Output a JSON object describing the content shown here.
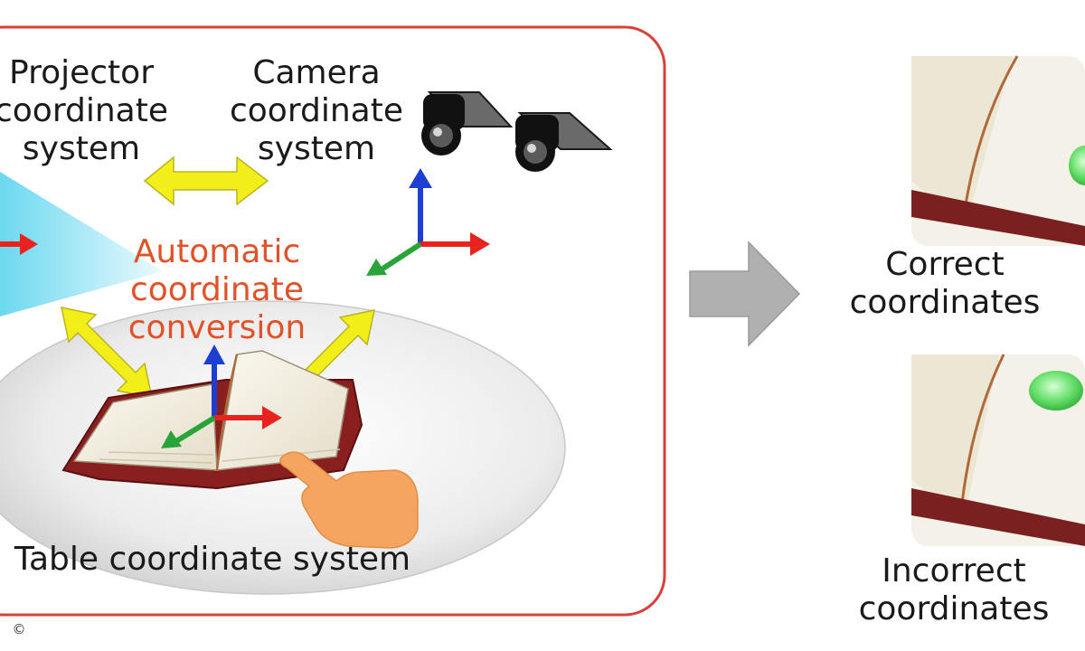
{
  "diagram": {
    "projector_label": [
      "Projector",
      "coordinate",
      "system"
    ],
    "camera_label": [
      "Camera",
      "coordinate",
      "system"
    ],
    "conversion_label": [
      "Automatic",
      "coordinate",
      "conversion"
    ],
    "table_label": "Table coordinate system",
    "correct_label": [
      "Correct",
      "coordinates"
    ],
    "incorrect_label": [
      "Incorrect",
      "coordinates"
    ],
    "copyright_symbol": "©"
  },
  "colors": {
    "frame_border": "#d9403a",
    "conversion_text": "#e0532a",
    "axis_x": "#e8231f",
    "axis_y": "#1c3fd1",
    "axis_z": "#2aa33a",
    "double_arrow": "#f2ee1a",
    "process_arrow": "#b0b0b0",
    "projector_beam": "#5bd4ee",
    "hand": "#f6a560",
    "indicator_green": "#69e06d"
  },
  "icons": [
    "camera-icon",
    "projector-beam",
    "book-icon",
    "hand-icon",
    "ellipse-table",
    "right-arrow-icon",
    "green-light-icon"
  ]
}
